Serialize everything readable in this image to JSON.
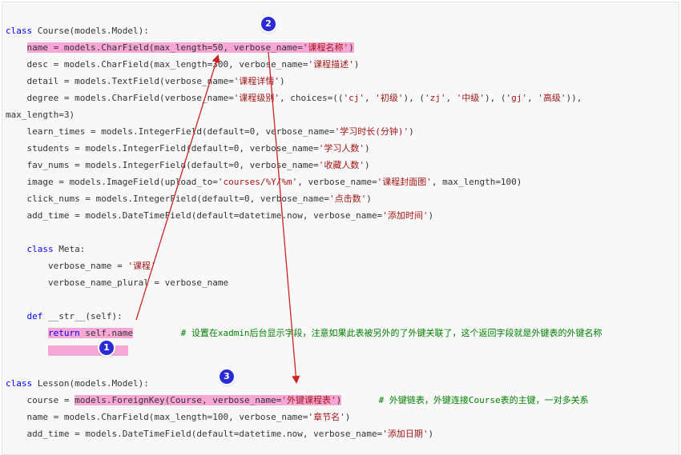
{
  "code": {
    "lines": [
      {
        "parts": [
          {
            "t": "class",
            "c": "kw"
          },
          {
            "t": " Course(models.Model):"
          }
        ]
      },
      {
        "parts": [
          {
            "t": "    "
          },
          {
            "t": "name = models.CharField(max_length=50, verbose_name=",
            "c": "hl"
          },
          {
            "t": "'课程名称'",
            "c": "str hl"
          },
          {
            "t": ")",
            "c": "hl"
          }
        ]
      },
      {
        "parts": [
          {
            "t": "    desc = models.CharField(max_length=300, verbose_name="
          },
          {
            "t": "'课程描述'",
            "c": "str"
          },
          {
            "t": ")"
          }
        ]
      },
      {
        "parts": [
          {
            "t": "    detail = models.TextField(verbose_name="
          },
          {
            "t": "'课程详情'",
            "c": "str"
          },
          {
            "t": ")"
          }
        ]
      },
      {
        "parts": [
          {
            "t": "    degree = models.CharField(verbose_name="
          },
          {
            "t": "'课程级别'",
            "c": "str"
          },
          {
            "t": ", choices=(("
          },
          {
            "t": "'cj'",
            "c": "str"
          },
          {
            "t": ", "
          },
          {
            "t": "'初级'",
            "c": "str"
          },
          {
            "t": "), ("
          },
          {
            "t": "'zj'",
            "c": "str"
          },
          {
            "t": ", "
          },
          {
            "t": "'中级'",
            "c": "str"
          },
          {
            "t": "), ("
          },
          {
            "t": "'gj'",
            "c": "str"
          },
          {
            "t": ", "
          },
          {
            "t": "'高级'",
            "c": "str"
          },
          {
            "t": ")),"
          }
        ]
      },
      {
        "parts": [
          {
            "t": "max_length=3)"
          }
        ]
      },
      {
        "parts": [
          {
            "t": "    learn_times = models.IntegerField(default=0, verbose_name="
          },
          {
            "t": "'学习时长(分钟)'",
            "c": "str"
          },
          {
            "t": ")"
          }
        ]
      },
      {
        "parts": [
          {
            "t": "    students = models.IntegerField(default=0, verbose_name="
          },
          {
            "t": "'学习人数'",
            "c": "str"
          },
          {
            "t": ")"
          }
        ]
      },
      {
        "parts": [
          {
            "t": "    fav_nums = models.IntegerField(default=0, verbose_name="
          },
          {
            "t": "'收藏人数'",
            "c": "str"
          },
          {
            "t": ")"
          }
        ]
      },
      {
        "parts": [
          {
            "t": "    image = models.ImageField(upload_to="
          },
          {
            "t": "'courses/%Y/%m'",
            "c": "str"
          },
          {
            "t": ", verbose_name="
          },
          {
            "t": "'课程封面图'",
            "c": "str"
          },
          {
            "t": ", max_length=100)"
          }
        ]
      },
      {
        "parts": [
          {
            "t": "    click_nums = models.IntegerField(default=0, verbose_name="
          },
          {
            "t": "'点击数'",
            "c": "str"
          },
          {
            "t": ")"
          }
        ]
      },
      {
        "parts": [
          {
            "t": "    add_time = models.DateTimeField(default=datetime.now, verbose_name="
          },
          {
            "t": "'添加时间'",
            "c": "str"
          },
          {
            "t": ")"
          }
        ]
      },
      {
        "parts": []
      },
      {
        "parts": [
          {
            "t": "    "
          },
          {
            "t": "class",
            "c": "kw"
          },
          {
            "t": " Meta:"
          }
        ]
      },
      {
        "parts": [
          {
            "t": "        verbose_name = "
          },
          {
            "t": "'课程'",
            "c": "str"
          }
        ]
      },
      {
        "parts": [
          {
            "t": "        verbose_name_plural = verbose_name"
          }
        ]
      },
      {
        "parts": []
      },
      {
        "parts": [
          {
            "t": "    "
          },
          {
            "t": "def",
            "c": "kw"
          },
          {
            "t": " __str__(self):"
          }
        ]
      },
      {
        "parts": [
          {
            "t": "        "
          },
          {
            "t": "return",
            "c": "kw hl"
          },
          {
            "t": " self.name",
            "c": "hl"
          },
          {
            "t": "         "
          },
          {
            "t": "# 设置在xadmin后台显示字段，注意如果此表被另外的了外键关联了，这个返回字段就是外键表的外键名称",
            "c": "cm"
          }
        ]
      },
      {
        "parts": [],
        "highlight_blank": true
      },
      {
        "parts": []
      },
      {
        "parts": [
          {
            "t": "class",
            "c": "kw"
          },
          {
            "t": " Lesson(models.Model):"
          }
        ]
      },
      {
        "parts": [
          {
            "t": "    course = "
          },
          {
            "t": "models.ForeignKey(Course, verbose_name=",
            "c": "hl"
          },
          {
            "t": "'外键课程表'",
            "c": "str hl"
          },
          {
            "t": ")",
            "c": "hl"
          },
          {
            "t": "       "
          },
          {
            "t": "# 外键链表，外键连接Course表的主键，一对多关系",
            "c": "cm"
          }
        ]
      },
      {
        "parts": [
          {
            "t": "    name = models.CharField(max_length=100, verbose_name="
          },
          {
            "t": "'章节名'",
            "c": "str"
          },
          {
            "t": ")"
          }
        ]
      },
      {
        "parts": [
          {
            "t": "    add_time = models.DateTimeField(default=datetime.now, verbose_name="
          },
          {
            "t": "'添加日期'",
            "c": "str"
          },
          {
            "t": ")"
          }
        ]
      }
    ]
  },
  "annotations": {
    "badge_1": "1",
    "badge_2": "2",
    "badge_3": "3",
    "arrow_color": "#cc2222",
    "highlight_color": "#f7a7d6",
    "badge_color": "#2b2bd6"
  }
}
